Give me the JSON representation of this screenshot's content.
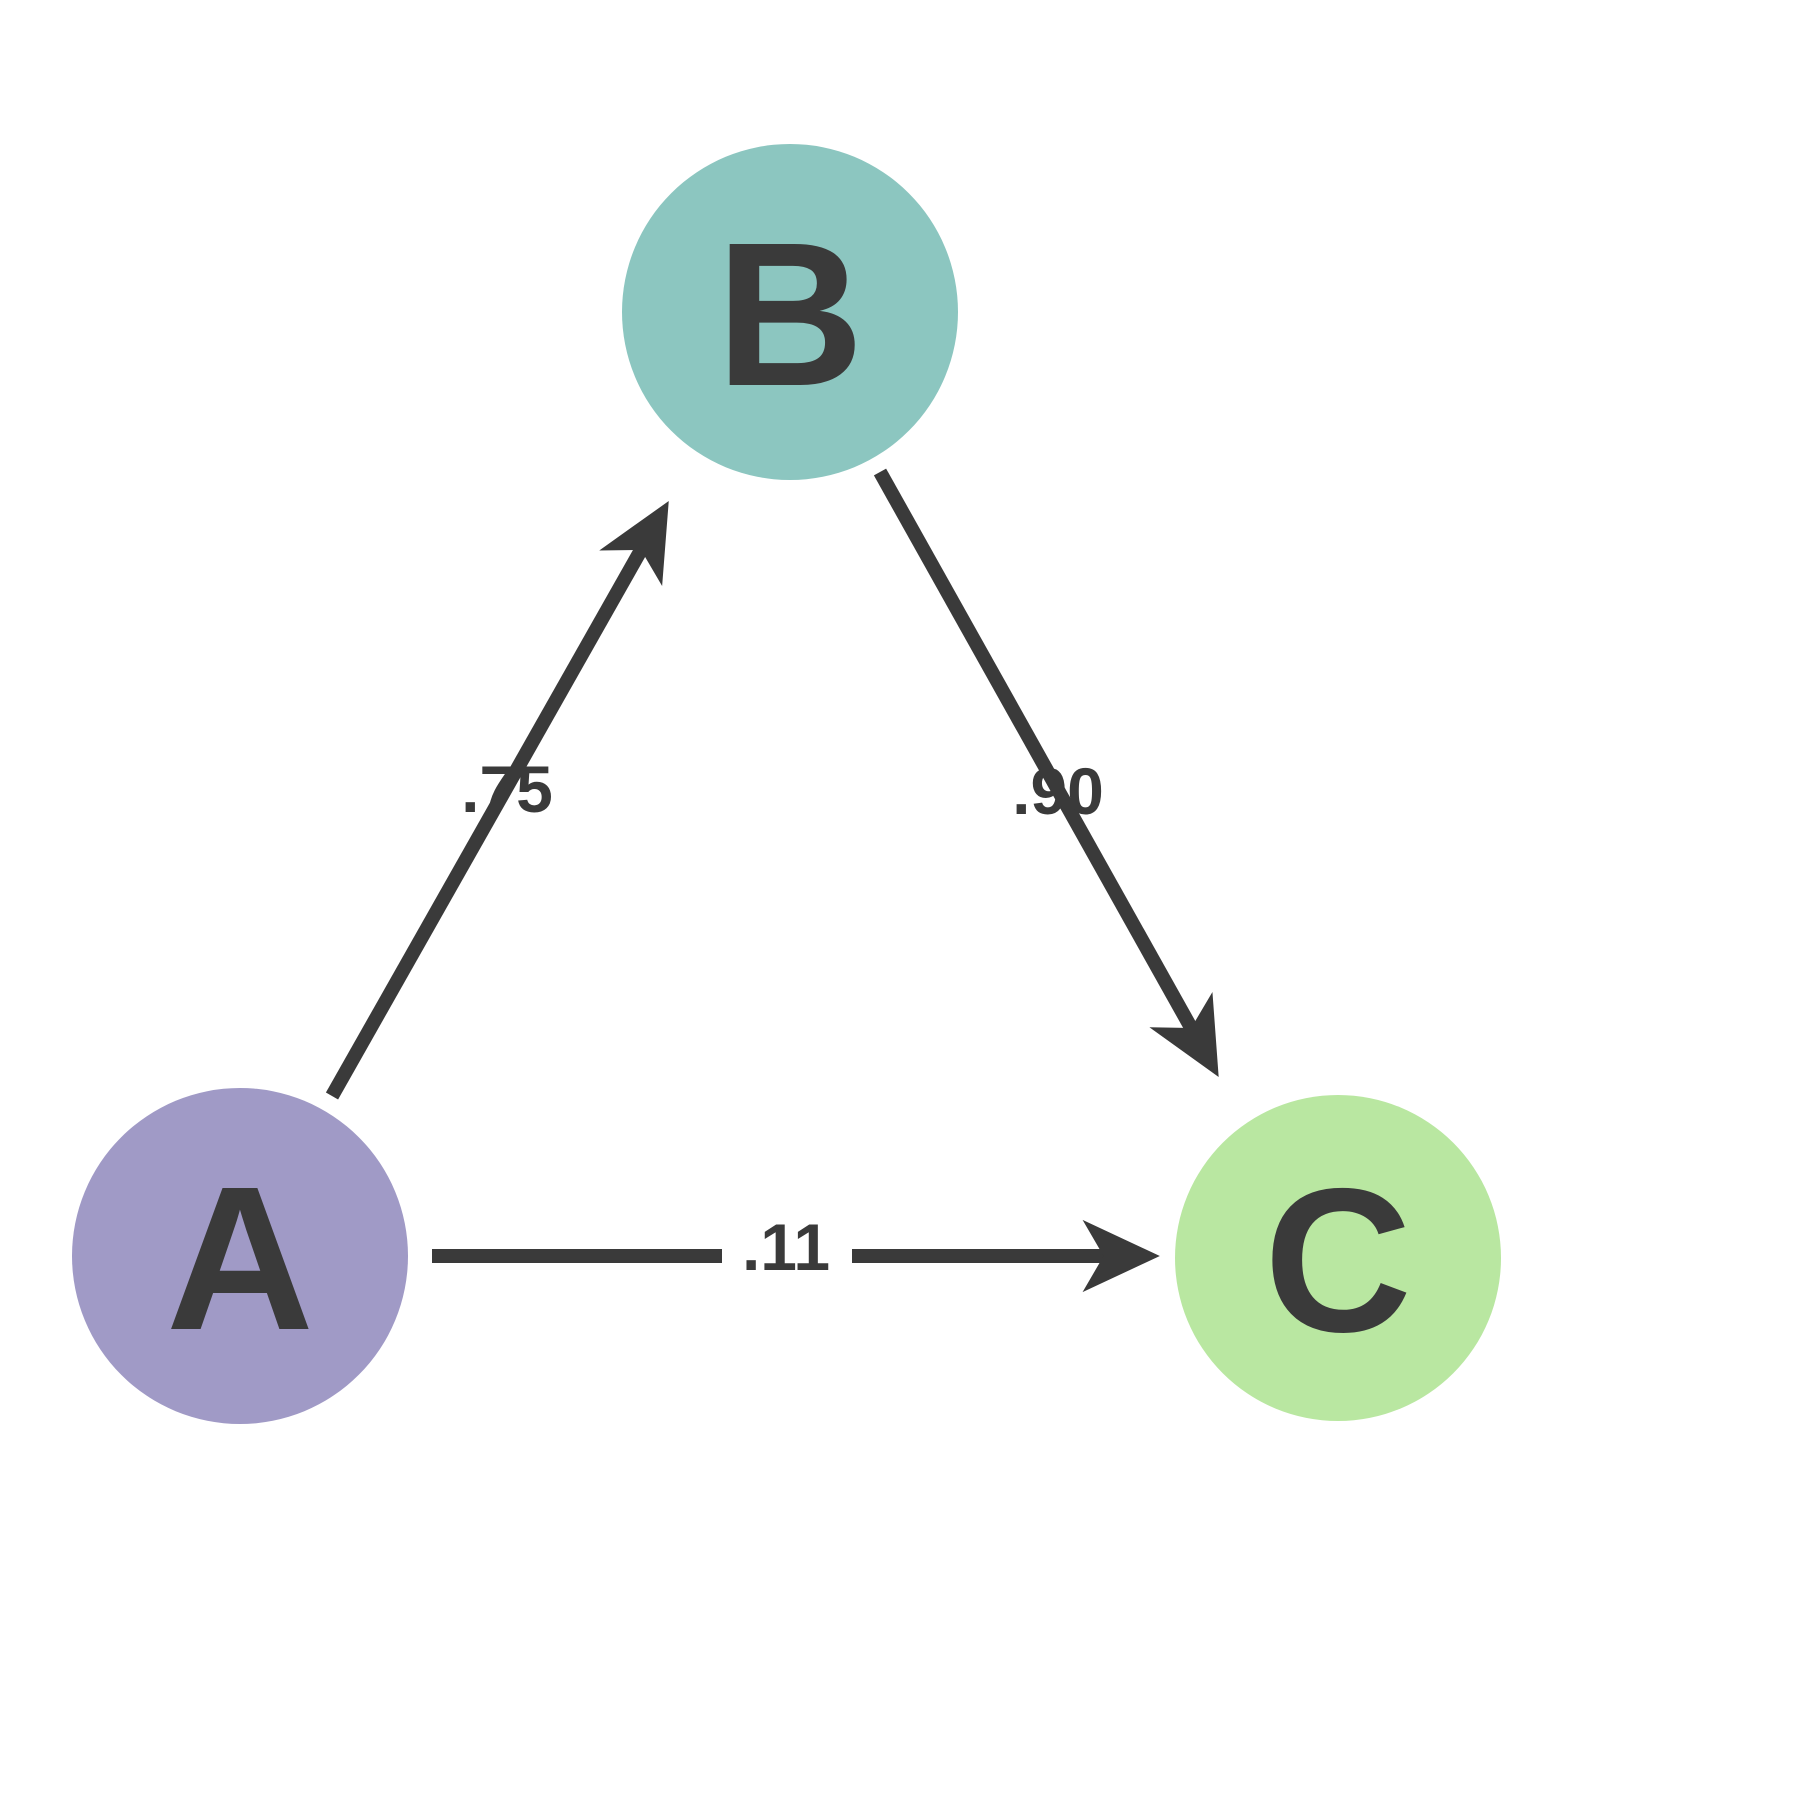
{
  "diagram": {
    "type": "directed-graph",
    "background": "#ffffff",
    "edge_color": "#3a3a3a",
    "text_color": "#3a3a3a",
    "nodes": [
      {
        "id": "A",
        "label": "A",
        "color": "#a09ac6"
      },
      {
        "id": "B",
        "label": "B",
        "color": "#8cc6c0"
      },
      {
        "id": "C",
        "label": "C",
        "color": "#b9e7a1"
      }
    ],
    "edges": [
      {
        "from": "A",
        "to": "B",
        "label": ".75"
      },
      {
        "from": "B",
        "to": "C",
        "label": ".90"
      },
      {
        "from": "A",
        "to": "C",
        "label": ".11"
      }
    ]
  }
}
